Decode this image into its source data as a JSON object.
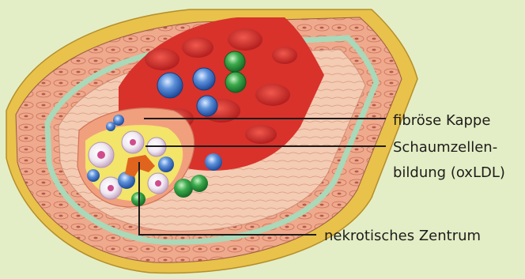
{
  "labels": {
    "fibrous_cap": "fibröse Kappe",
    "foam_cells_line1": "Schaumzellen-",
    "foam_cells_line2": "bildung (oxLDL)",
    "necrotic_core": "nekrotisches Zentrum"
  },
  "colors": {
    "background": "#e4eec6",
    "adventitia": "#e8c24a",
    "media": "#eeae8e",
    "intima": "#f3c9b0",
    "elastic_band": "#a9d9b8",
    "lumen_blood": "#d8322b",
    "lipid_core": "#f3e46a",
    "leader_line": "#1d1d1b"
  }
}
